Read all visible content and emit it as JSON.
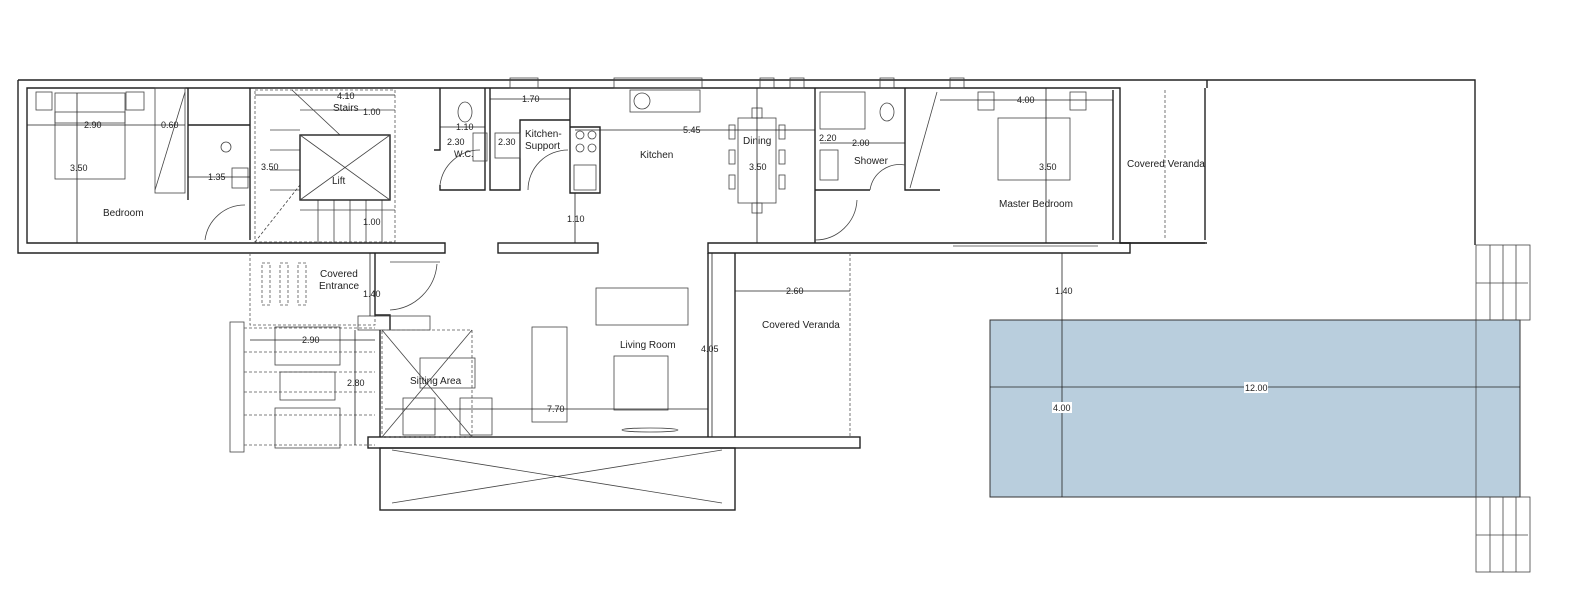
{
  "rooms": {
    "bedroom": "Bedroom",
    "stairs": "Stairs",
    "lift": "Lift",
    "wc": "W.C.",
    "kitchen_support_1": "Kitchen-",
    "kitchen_support_2": "Support",
    "kitchen": "Kitchen",
    "dining": "Dining",
    "shower": "Shower",
    "master_bedroom": "Master Bedroom",
    "covered_veranda_right": "Covered Veranda",
    "covered_entrance_1": "Covered",
    "covered_entrance_2": "Entrance",
    "living_room": "Living Room",
    "covered_veranda_mid": "Covered Veranda",
    "sitting_area": "Sitting Area"
  },
  "dimensions": {
    "bed_width": "2.90",
    "bed_closet": "0.60",
    "bed_depth": "3.50",
    "bath_width": "1.35",
    "stairs_width": "4.10",
    "stairs_top": "1.00",
    "stairs_depth": "3.50",
    "stairs_bottom": "1.00",
    "wc_width": "1.10",
    "wc_depth": "2.30",
    "support_width": "1.70",
    "support_depth": "2.30",
    "kitchen_width": "5.45",
    "kitchen_gap": "1.10",
    "dining_depth": "3.50",
    "shower_width": "2.00",
    "shower_depth": "2.20",
    "master_width": "4.00",
    "master_depth": "3.50",
    "entrance_depth": "1.40",
    "steps_width": "2.90",
    "steps_depth": "2.80",
    "living_width": "7.70",
    "living_depth": "4.05",
    "veranda_width": "2.60",
    "pool_offset": "1.40",
    "pool_length": "12.00",
    "pool_width": "4.00"
  },
  "colors": {
    "pool": "#b9cedd"
  }
}
